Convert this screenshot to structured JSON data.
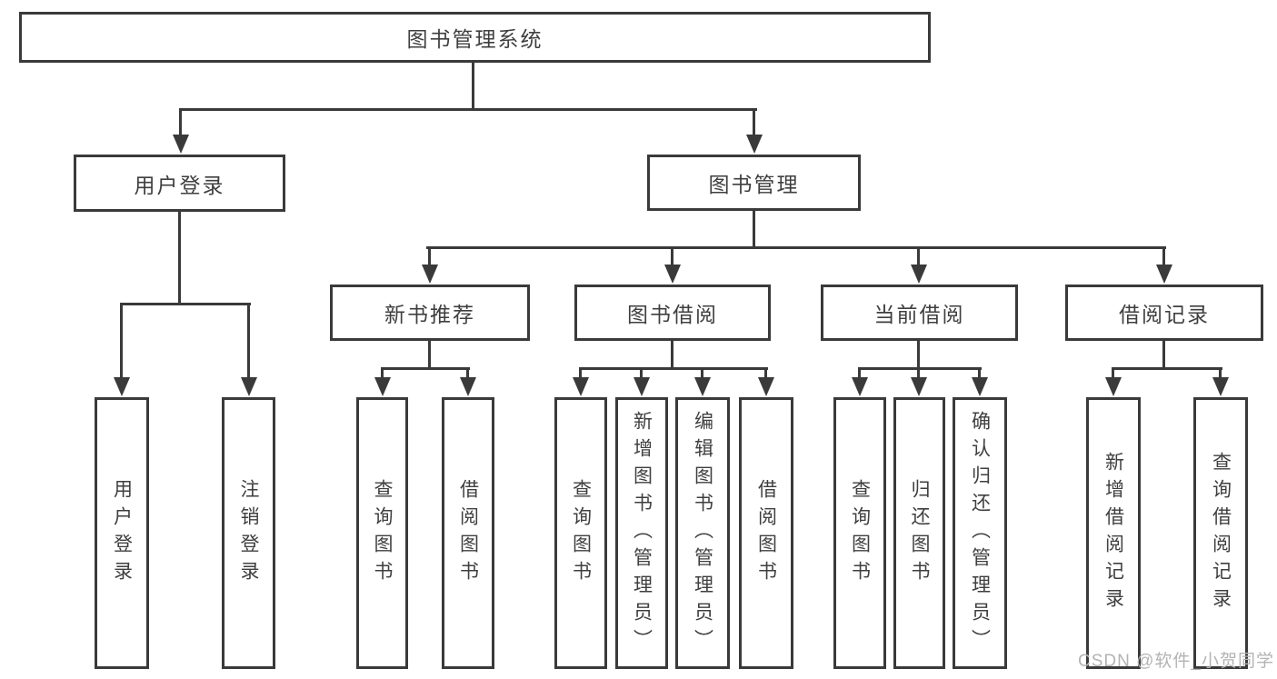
{
  "title": "图书管理系统",
  "branches": {
    "user_login": {
      "label": "用户登录",
      "children": [
        "用户登录",
        "注销登录"
      ]
    },
    "book_management": {
      "label": "图书管理",
      "modules": [
        {
          "label": "新书推荐",
          "children": [
            "查询图书",
            "借阅图书"
          ]
        },
        {
          "label": "图书借阅",
          "children": [
            "查询图书",
            "新增图书（管理员）",
            "编辑图书（管理员）",
            "借阅图书"
          ]
        },
        {
          "label": "当前借阅",
          "children": [
            "查询图书",
            "归还图书",
            "确认归还（管理员）"
          ]
        },
        {
          "label": "借阅记录",
          "children": [
            "新增借阅记录",
            "查询借阅记录"
          ]
        }
      ]
    }
  },
  "watermark": "CSDN @软件_小贺同学",
  "colors": {
    "line": "#3a3a3a",
    "text": "#3f3f3f",
    "background": "#ffffff",
    "watermark": "#b3b3b3"
  }
}
